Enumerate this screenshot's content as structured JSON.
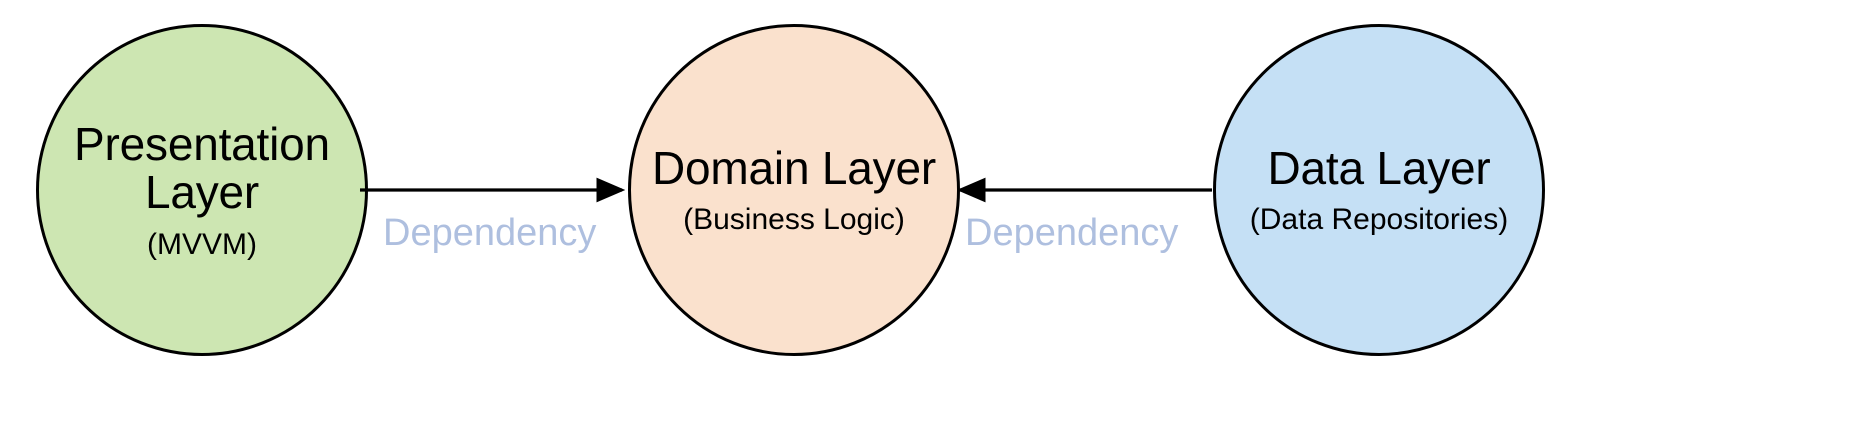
{
  "diagram": {
    "type": "layered-architecture",
    "background": "#ffffff",
    "stroke_color": "#000000",
    "nodes": [
      {
        "id": "presentation",
        "title": "Presentation Layer",
        "subtitle": "(MVVM)",
        "fill": "#cde6b2",
        "shape": "circle"
      },
      {
        "id": "domain",
        "title": "Domain Layer",
        "subtitle": "(Business Logic)",
        "fill": "#fae1cd",
        "shape": "circle"
      },
      {
        "id": "data",
        "title": "Data Layer",
        "subtitle": "(Data Repositories)",
        "fill": "#c5e0f5",
        "shape": "circle"
      }
    ],
    "edges": [
      {
        "id": "presentation-to-domain",
        "from": "presentation",
        "to": "domain",
        "label": "Dependency",
        "label_color": "#aebfdf",
        "direction": "right",
        "stroke": "#000000"
      },
      {
        "id": "data-to-domain",
        "from": "data",
        "to": "domain",
        "label": "Dependency",
        "label_color": "#aebfdf",
        "direction": "left",
        "stroke": "#000000"
      }
    ]
  }
}
